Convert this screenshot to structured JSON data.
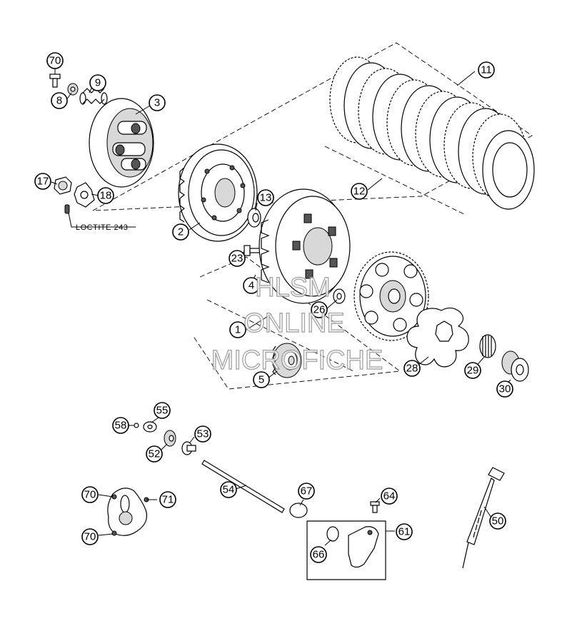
{
  "part_numbers": {
    "p70a": "70",
    "p8": "8",
    "p9": "9",
    "p3": "3",
    "p17": "17",
    "p18": "18",
    "p2": "2",
    "p13": "13",
    "p23": "23",
    "p4": "4",
    "p26": "26",
    "p1": "1",
    "p5": "5",
    "p11": "11",
    "p12": "12",
    "p28": "28",
    "p29": "29",
    "p30": "30",
    "p58": "58",
    "p55": "55",
    "p52": "52",
    "p53": "53",
    "p54": "54",
    "p70b": "70",
    "p71": "71",
    "p70c": "70",
    "p67": "67",
    "p64": "64",
    "p61": "61",
    "p66": "66",
    "p50": "50"
  },
  "annotations": {
    "loctite": "LOCTITE 243"
  },
  "watermark": {
    "line1": "HLSM",
    "line2": "ONLINE",
    "line3": "MICROFICHE"
  }
}
